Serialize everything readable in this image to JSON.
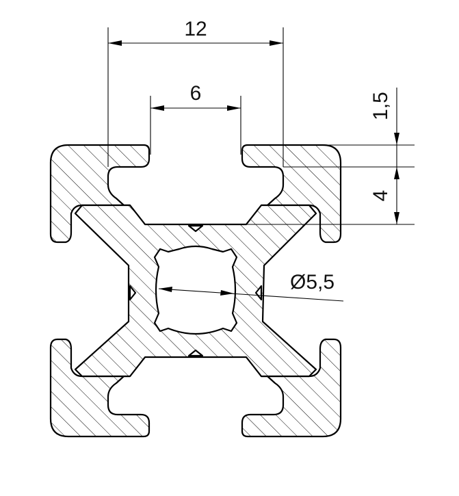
{
  "dimensions": {
    "overall_width": "12",
    "slot_width": "6",
    "wall_thickness": "1,5",
    "slot_depth": "4",
    "center_bore": "Ø5,5"
  },
  "colors": {
    "line": "#000000",
    "hatch": "#000000",
    "background": "#ffffff"
  }
}
